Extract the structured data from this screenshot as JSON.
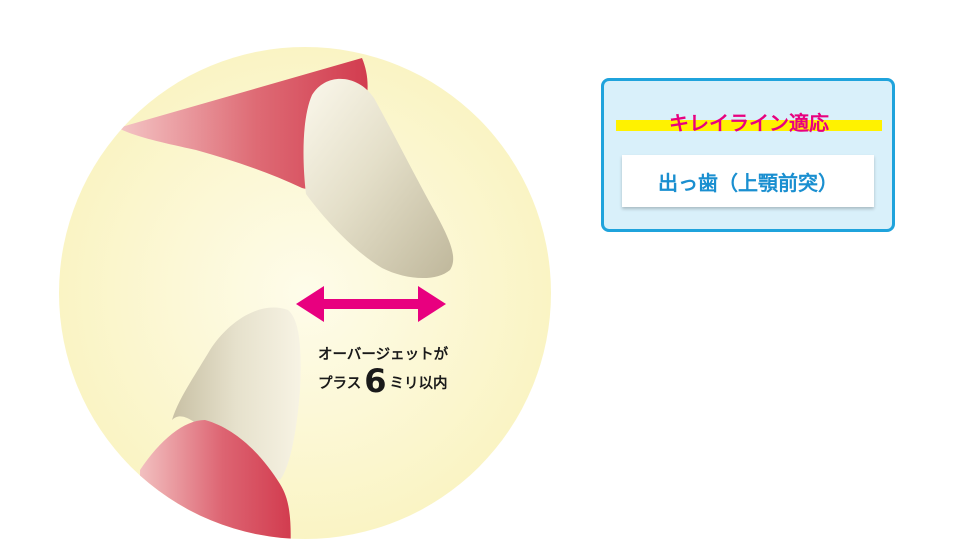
{
  "annotation": {
    "line1": "オーバージェットが",
    "line2_prefix": "プラス",
    "line2_number": "6",
    "line2_suffix": "ミリ以内"
  },
  "card": {
    "title": "キレイライン適応",
    "body": "出っ歯（上顎前突）"
  },
  "colors": {
    "gum": "#d94556",
    "tooth": "#d8d2b8",
    "background_circle": "#fdf9d8",
    "arrow": "#e8007f",
    "card_border": "#1fa3dc",
    "card_fill": "#d9f0fa",
    "highlight": "#fff200",
    "title_text": "#e8007f",
    "body_text": "#1a8fd0"
  }
}
